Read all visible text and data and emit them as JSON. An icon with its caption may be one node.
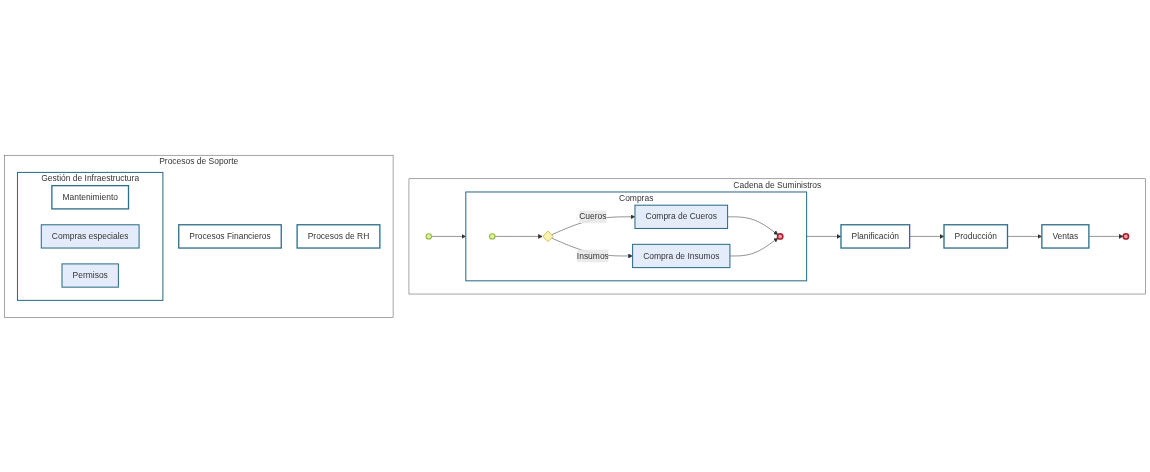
{
  "diagram": {
    "nodes": [
      {
        "text": [
          "Cadena de Suministros"
        ]
      },
      {
        "text": [],
        "shape": "circle",
        "in": 0
      },
      {
        "text": [
          "Compras"
        ],
        "in": 0
      },
      {
        "text": [],
        "shape": "circle",
        "in": 2
      },
      {
        "text": [],
        "shape": "diamond",
        "in": 2
      },
      {
        "text": [
          "Compra de Cueros"
        ],
        "in": 2
      },
      {
        "text": [
          "Compra de Insumos"
        ],
        "in": 2
      },
      {
        "text": [],
        "shape": "circle",
        "in": 2
      },
      {
        "text": [
          "Planificación"
        ],
        "in": 0
      },
      {
        "text": [
          "Producción"
        ],
        "in": 0
      },
      {
        "text": [
          "Ventas"
        ],
        "in": 0
      },
      {
        "text": [],
        "shape": "circle",
        "in": 0
      },
      {
        "text": [
          "Procesos de Soporte"
        ]
      },
      {
        "text": [
          "Procesos Financieros"
        ],
        "in": 12
      },
      {
        "text": [
          "Procesos de RH"
        ],
        "in": 12
      },
      {
        "text": [
          "Gestión de Infraestructura"
        ],
        "in": 12
      },
      {
        "text": [
          "Mantenimiento"
        ],
        "in": 15
      },
      {
        "text": [
          "Compras especiales"
        ],
        "in": 15
      },
      {
        "text": [
          "Permisos"
        ],
        "in": 15
      }
    ],
    "edges": [
      {
        "from": 1,
        "to": 2,
        "arrow": "to"
      },
      {
        "from": 3,
        "to": 4,
        "arrow": "to"
      },
      {
        "from": 4,
        "to": 5,
        "arrow": "to",
        "label": "Cueros"
      },
      {
        "from": 4,
        "to": 6,
        "arrow": "to",
        "label": "Insumos"
      },
      {
        "from": 5,
        "to": 7,
        "arrow": "to"
      },
      {
        "from": 6,
        "to": 7,
        "arrow": "to"
      },
      {
        "from": 2,
        "to": 8,
        "arrow": "to"
      },
      {
        "from": 8,
        "to": 9,
        "arrow": "to"
      },
      {
        "from": 9,
        "to": 10,
        "arrow": "to"
      },
      {
        "from": 10,
        "to": 11,
        "arrow": "to"
      }
    ]
  }
}
